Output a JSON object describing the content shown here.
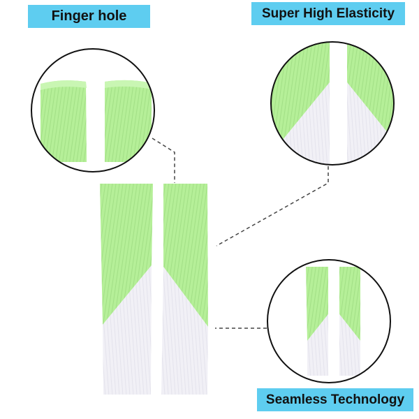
{
  "callouts": {
    "finger_hole": "Finger hole",
    "elasticity": "Super High Elasticity",
    "seamless": "Seamless Technology"
  },
  "colors": {
    "label_bg": "#5ecdf0",
    "sleeve_green": "#b5ef98",
    "sleeve_white": "#f1f0f6",
    "circle_border": "#111111"
  }
}
